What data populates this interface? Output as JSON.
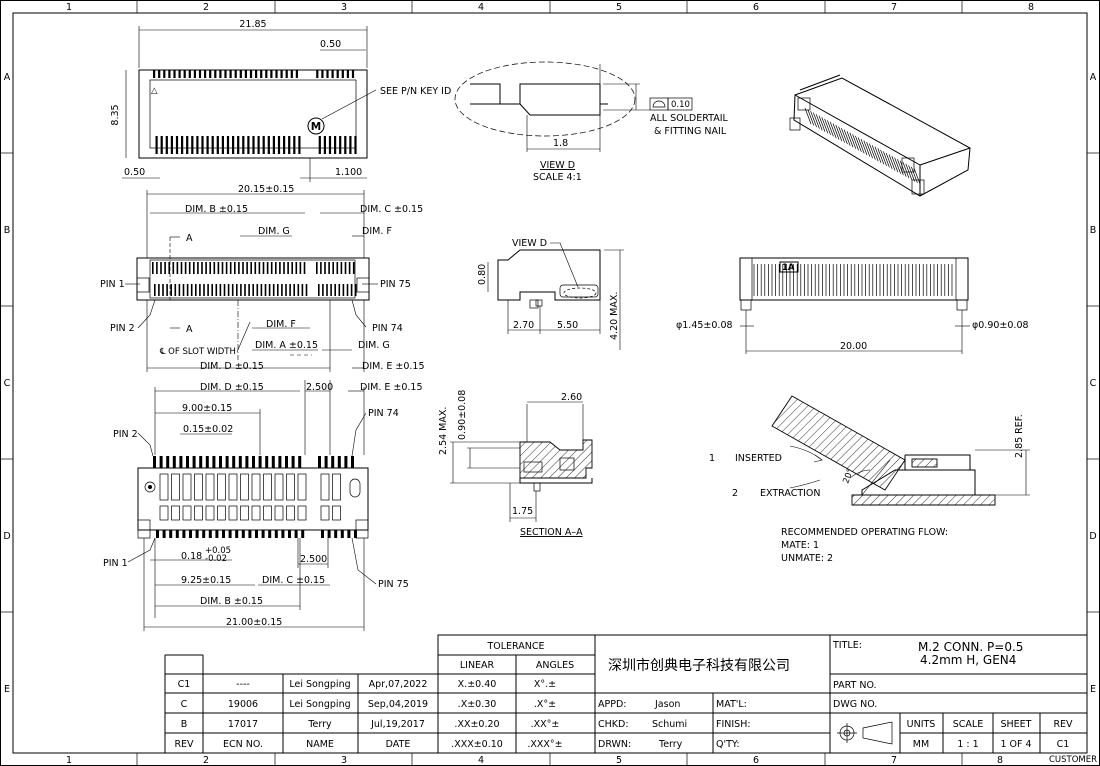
{
  "frame": {
    "col_labels": [
      "1",
      "2",
      "3",
      "4",
      "5",
      "6",
      "7",
      "8"
    ],
    "row_labels": [
      "A",
      "B",
      "C",
      "D",
      "E"
    ]
  },
  "views": {
    "top": {
      "dim_width": "21.85",
      "dim_pitch": "0.50",
      "dim_height": "8.35",
      "see_key": "SEE P/N KEY ID",
      "key_letter": "M",
      "dim_left": "0.50",
      "dim_right": "1.100"
    },
    "plan": {
      "overall": "20.15±0.15",
      "dim_b": "DIM. B ±0.15",
      "dim_c": "DIM. C ±0.15",
      "dim_g": "DIM. G",
      "dim_f": "DIM. F",
      "section_a": "A",
      "pin1": "PIN 1",
      "pin2": "PIN 2",
      "pin74": "PIN 74",
      "pin75": "PIN 75",
      "dim_f2": "DIM. F",
      "dim_a": "DIM. A ±0.15",
      "dim_g2": "DIM. G",
      "slot": "℄ OF SLOT WIDTH",
      "dim_d": "DIM. D ±0.15",
      "dim_e": "DIM. E ±0.15"
    },
    "footprint": {
      "dim_d": "DIM. D ±0.15",
      "pitch_2500": "2.500",
      "dim_e": "DIM. E ±0.15",
      "dim_900": "9.00±0.15",
      "dim_015": "0.15±0.02",
      "pin2": "PIN 2",
      "pin74": "PIN 74",
      "pin1": "PIN 1",
      "pin75": "PIN 75",
      "dim_018": "0.18",
      "dim_018_tol_up": "+0.05",
      "dim_018_tol_dn": "-0.02",
      "pitch_2500b": "2.500",
      "dim_925": "9.25±0.15",
      "dim_c": "DIM. C ±0.15",
      "dim_b": "DIM. B ±0.15",
      "overall": "21.00±0.15"
    },
    "view_d": {
      "dim_18": "1.8",
      "flatness": "0.10",
      "note1": "ALL SOLDERTAIL",
      "note2": "& FITTING NAIL",
      "title": "VIEW D",
      "scale": "SCALE 4:1"
    },
    "side": {
      "view_d": "VIEW D",
      "dim_080": "0.80",
      "dim_270": "2.70",
      "dim_550": "5.50",
      "dim_420": "4.20 MAX."
    },
    "front": {
      "hole_left": "φ1.45±0.08",
      "hole_right": "φ0.90±0.08",
      "width": "20.00",
      "key_label": "1A"
    },
    "section": {
      "dim_260": "2.60",
      "dim_254": "2.54 MAX.",
      "dim_090": "0.90±0.08",
      "dim_175": "1.75",
      "title": "SECTION A–A"
    },
    "insertion": {
      "step1_num": "1",
      "step1": "INSERTED",
      "step2_num": "2",
      "step2": "EXTRACTION",
      "angle": "20°",
      "ref": "2.85 REF.",
      "flow_title": "RECOMMENDED OPERATING FLOW:",
      "mate": "MATE: 1",
      "unmate": "UNMATE: 2"
    }
  },
  "revisions": {
    "rows": [
      {
        "rev": "C1",
        "ecn": "----",
        "name": "Lei Songping",
        "date": "Apr,07,2022"
      },
      {
        "rev": "C",
        "ecn": "19006",
        "name": "Lei Songping",
        "date": "Sep,04,2019"
      },
      {
        "rev": "B",
        "ecn": "17017",
        "name": "Terry",
        "date": "Jul,19,2017"
      }
    ],
    "headers": {
      "rev": "REV",
      "ecn": "ECN NO.",
      "name": "NAME",
      "date": "DATE"
    }
  },
  "tolerance": {
    "title": "TOLERANCE",
    "linear": "LINEAR",
    "angles": "ANGLES",
    "rows": [
      {
        "lin": "X.±0.40",
        "ang": "X°.±"
      },
      {
        "lin": ".X±0.30",
        "ang": ".X°±"
      },
      {
        "lin": ".XX±0.20",
        "ang": ".XX°±"
      },
      {
        "lin": ".XXX±0.10",
        "ang": ".XXX°±"
      }
    ]
  },
  "company": "深圳市创典电子科技有限公司",
  "approvals": {
    "appd_label": "APPD:",
    "appd": "Jason",
    "chkd_label": "CHKD:",
    "chkd": "Schumi",
    "drwn_label": "DRWN:",
    "drwn": "Terry",
    "matl": "MAT'L:",
    "finish": "FINISH:",
    "qty": "Q'TY:"
  },
  "title_block": {
    "title_label": "TITLE:",
    "title_line1": "M.2 CONN. P=0.5",
    "title_line2": "4.2mm H, GEN4",
    "part_no": "PART NO.",
    "dwg_no": "DWG NO.",
    "units_label": "UNITS",
    "units": "MM",
    "scale_label": "SCALE",
    "scale": "1 : 1",
    "sheet_label": "SHEET",
    "sheet": "1 OF 4",
    "rev_label": "REV",
    "rev": "C1",
    "customer": "CUSTOMER"
  }
}
